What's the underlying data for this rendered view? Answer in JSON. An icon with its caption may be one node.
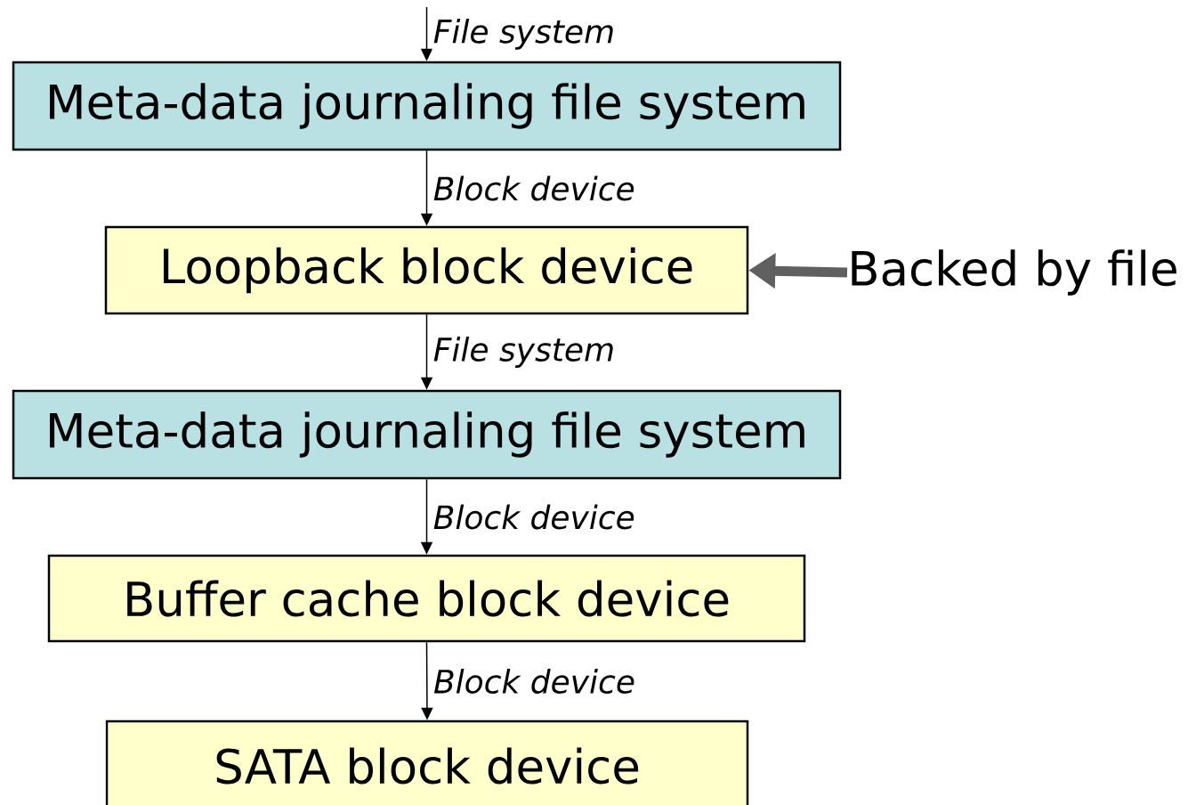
{
  "diagram": {
    "nodes": [
      {
        "text": [
          "Meta-data journaling file system"
        ]
      },
      {
        "text": [
          "Loopback block device"
        ]
      },
      {
        "text": [
          "Backed by file"
        ]
      },
      {
        "text": [
          "Meta-data journaling file system"
        ]
      },
      {
        "text": [
          "Buffer cache block device"
        ]
      },
      {
        "text": [
          "SATA block device"
        ]
      }
    ],
    "edges": [
      {
        "from": null,
        "to": 0,
        "arrow": "to",
        "label": "File system"
      },
      {
        "from": 0,
        "to": 1,
        "arrow": "to",
        "label": "Block device"
      },
      {
        "from": 2,
        "to": 1,
        "arrow": "to",
        "style": "thick",
        "color": "#606060"
      },
      {
        "from": 1,
        "to": 3,
        "arrow": "to",
        "label": "File system"
      },
      {
        "from": 3,
        "to": 4,
        "arrow": "to",
        "label": "Block device"
      },
      {
        "from": 4,
        "to": 5,
        "arrow": "to",
        "label": "Block device"
      }
    ]
  }
}
